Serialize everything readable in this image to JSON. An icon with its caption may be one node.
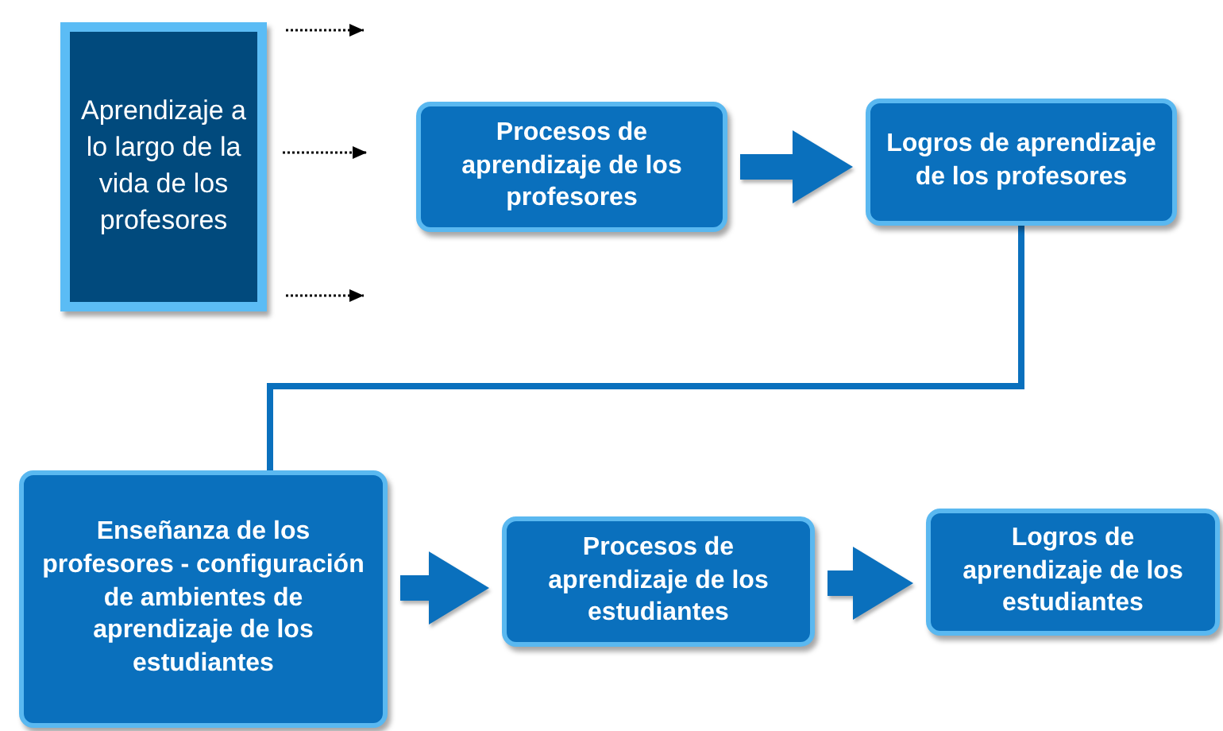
{
  "diagram": {
    "nodes": [
      {
        "text": [
          "Aprendizaje a lo largo de la vida de los profesores"
        ]
      },
      {
        "text": [
          "Procesos de aprendizaje de los profesores"
        ]
      },
      {
        "text": [
          "Logros de aprendizaje de los profesores"
        ]
      },
      {
        "text": [
          "Enseñanza de los profesores - configuración de ambientes de aprendizaje  de los estudiantes"
        ]
      },
      {
        "text": [
          "Procesos de aprendizaje de los estudiantes"
        ]
      },
      {
        "text": [
          "Logros de aprendizaje de los estudiantes"
        ]
      }
    ],
    "edges": [
      {
        "from": 0,
        "to": null,
        "arrow": "to",
        "style": "dashed",
        "color": "#000000"
      },
      {
        "from": 0,
        "to": null,
        "arrow": "to",
        "style": "dashed",
        "color": "#000000"
      },
      {
        "from": 0,
        "to": null,
        "arrow": "to",
        "style": "dashed",
        "color": "#000000"
      },
      {
        "from": 1,
        "to": 2,
        "arrow": "to",
        "style": "thick"
      },
      {
        "from": 2,
        "to": 3,
        "arrow": "none"
      },
      {
        "from": 3,
        "to": 4,
        "arrow": "to",
        "style": "thick"
      },
      {
        "from": 4,
        "to": 5,
        "arrow": "to",
        "style": "thick"
      }
    ]
  }
}
